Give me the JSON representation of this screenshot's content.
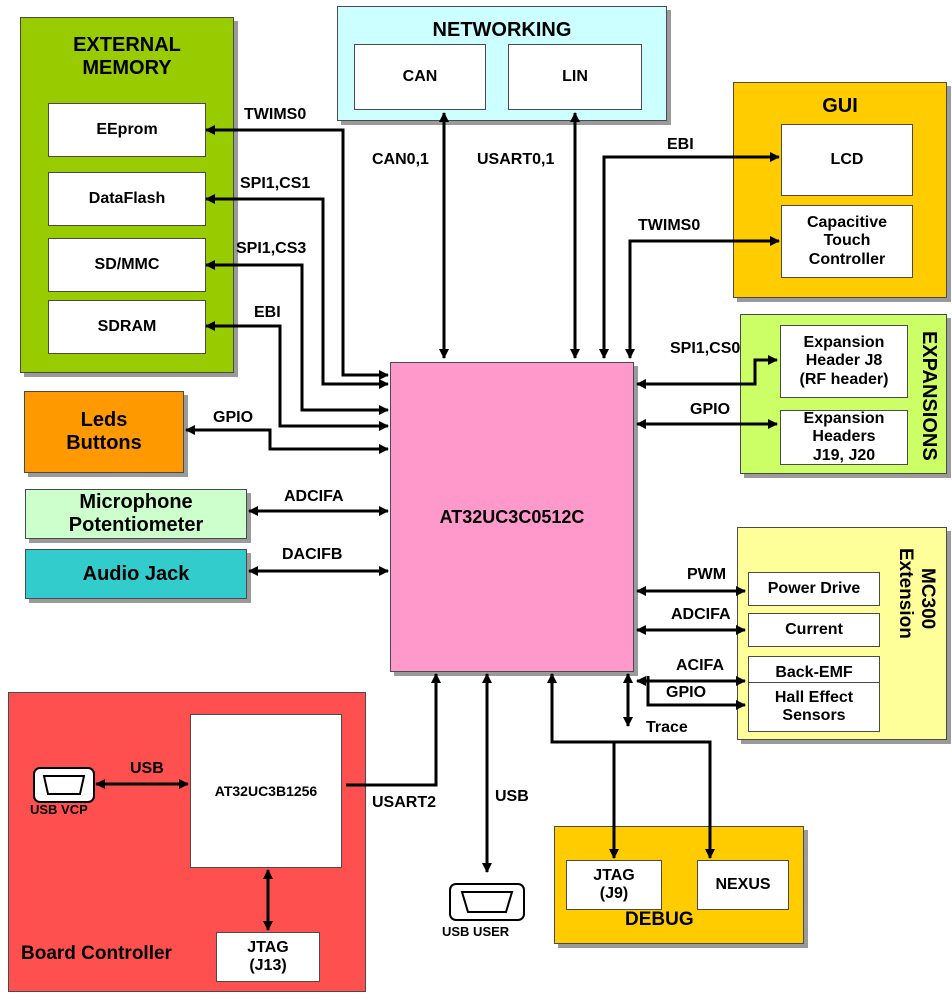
{
  "colors": {
    "memory": "#99cc00",
    "networking": "#ccffff",
    "gui": "#ffcc00",
    "expansions": "#ccff66",
    "leds": "#ff9900",
    "microphone": "#ccffcc",
    "audio": "#33cccc",
    "mcu": "#ff99cc",
    "mc300": "#ffff99",
    "board": "#ff5050",
    "debug": "#ffcc00"
  },
  "groups": {
    "memory": [
      "EXTERNAL",
      "MEMORY"
    ],
    "networking": "NETWORKING",
    "gui": "GUI",
    "expansions": "EXPANSIONS",
    "mc300": [
      "MC300",
      "Extension"
    ],
    "board": "Board Controller",
    "debug": "DEBUG"
  },
  "blocks": {
    "eeprom": "EEprom",
    "dataflash": "DataFlash",
    "sdmmc": "SD/MMC",
    "sdram": "SDRAM",
    "can": "CAN",
    "lin": "LIN",
    "lcd": "LCD",
    "touch": [
      "Capacitive",
      "Touch",
      "Controller"
    ],
    "exp_j8": [
      "Expansion",
      "Header J8",
      "(RF header)"
    ],
    "exp_j19": [
      "Expansion",
      "Headers",
      "J19, J20"
    ],
    "leds": [
      "Leds",
      "Buttons"
    ],
    "microphone": [
      "Microphone",
      "Potentiometer"
    ],
    "audio": "Audio Jack",
    "mcu": "AT32UC3C0512C",
    "power": "Power Drive",
    "current": "Current",
    "backemf": "Back-EMF",
    "hall": [
      "Hall Effect",
      "Sensors"
    ],
    "uc3b": "AT32UC3B1256",
    "jtag13": [
      "JTAG",
      "(J13)"
    ],
    "jtag9": [
      "JTAG",
      "(J9)"
    ],
    "nexus": "NEXUS",
    "usb_vcp": "USB VCP",
    "usb_user": "USB USER"
  },
  "signals": {
    "twims0_mem": "TWIMS0",
    "spi1_cs1": "SPI1,CS1",
    "spi1_cs3": "SPI1,CS3",
    "ebi_mem": "EBI",
    "can01": "CAN0,1",
    "usart01": "USART0,1",
    "ebi_gui": "EBI",
    "twims0_gui": "TWIMS0",
    "spi1_cs0": "SPI1,CS0",
    "gpio_exp": "GPIO",
    "gpio_leds": "GPIO",
    "adcifa_mic": "ADCIFA",
    "dacifb": "DACIFB",
    "pwm": "PWM",
    "adcifa_mc": "ADCIFA",
    "acifa": "ACIFA",
    "gpio_hall": "GPIO",
    "trace": "Trace",
    "usb_board": "USB",
    "usart2": "USART2",
    "usb_user_sig": "USB"
  }
}
